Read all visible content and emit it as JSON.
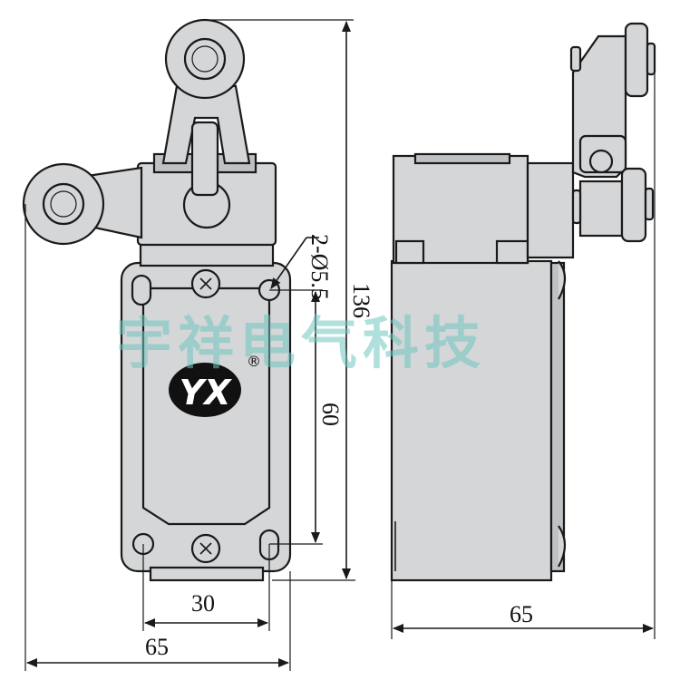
{
  "dimensions": {
    "hole_spec": "2-Ø5.5",
    "total_height": "136",
    "hole_spacing_vertical": "60",
    "hole_spacing_horizontal": "30",
    "front_width": "65",
    "side_width": "65"
  },
  "logo": {
    "text": "YX",
    "registered": "®"
  },
  "watermark": {
    "text": "宇祥电气科技"
  },
  "colors": {
    "body_fill": "#d4d6d8",
    "outline": "#1a1a1a",
    "watermark": "#6fc6c0"
  }
}
